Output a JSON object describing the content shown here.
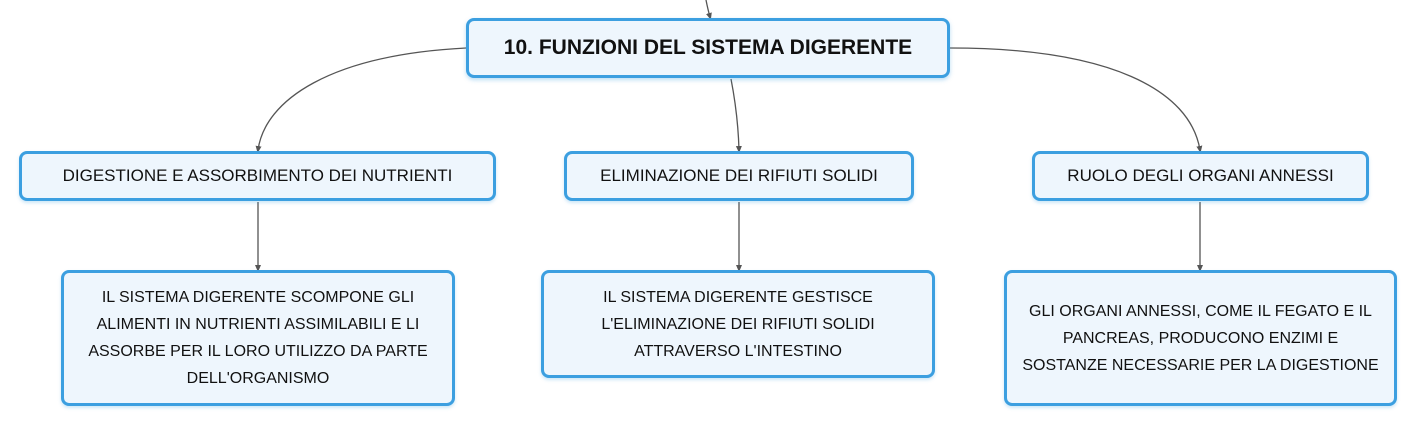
{
  "root": {
    "label": "10. FUNZIONI DEL SISTEMA DIGERENTE"
  },
  "branches": [
    {
      "label": "DIGESTIONE E ASSORBIMENTO DEI NUTRIENTI",
      "detail": "IL SISTEMA DIGERENTE SCOMPONE GLI ALIMENTI IN NUTRIENTI ASSIMILABILI E LI ASSORBE PER IL LORO UTILIZZO DA PARTE DELL'ORGANISMO"
    },
    {
      "label": "ELIMINAZIONE DEI RIFIUTI SOLIDI",
      "detail": "IL SISTEMA DIGERENTE GESTISCE L'ELIMINAZIONE DEI RIFIUTI SOLIDI ATTRAVERSO L'INTESTINO"
    },
    {
      "label": "RUOLO DEGLI ORGANI ANNESSI",
      "detail": "GLI ORGANI ANNESSI, COME IL FEGATO E IL PANCREAS, PRODUCONO ENZIMI E SOSTANZE NECESSARIE PER LA DIGESTIONE"
    }
  ],
  "colors": {
    "node_border": "#3c9fe0",
    "node_fill": "#eef6fd",
    "connector": "#555555"
  }
}
